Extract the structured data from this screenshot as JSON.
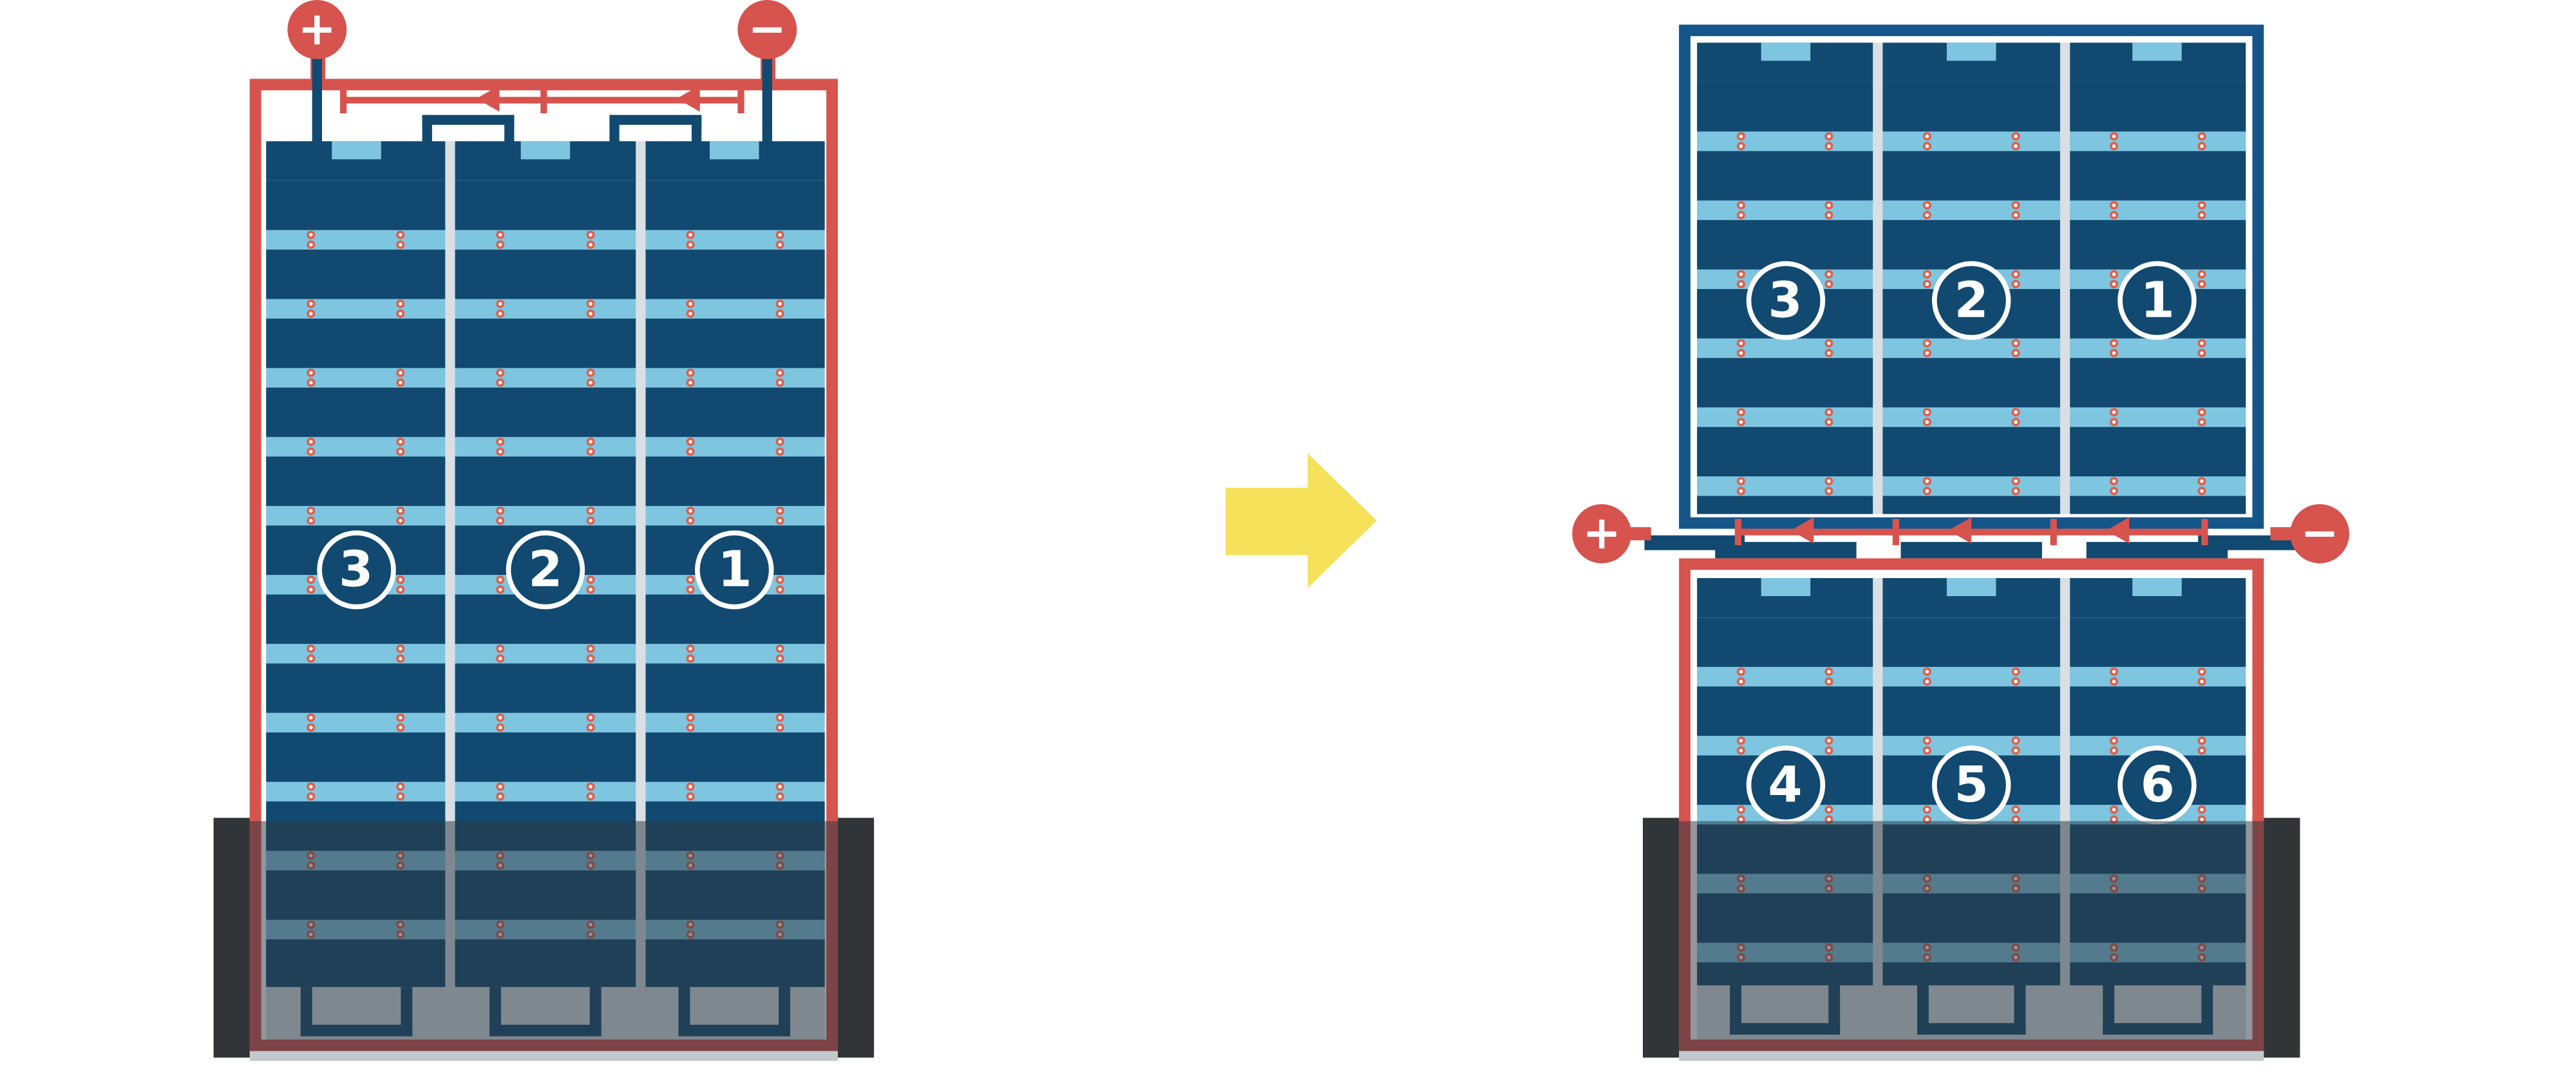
{
  "colors": {
    "red": "#D6534E",
    "darkBlue": "#114970",
    "frameBlue": "#15568A",
    "lightBlue": "#7EC5E0",
    "separator": "#D9DFE2",
    "yellow": "#F6E15A",
    "shadeBar": "#313538",
    "shadeOverlay": "rgba(44,56,66,0.52)",
    "groundStrip": "#C2C9CD",
    "dotRing": "#DE5F4B"
  },
  "left": {
    "terminals": {
      "positive": "+",
      "negative": "−"
    },
    "strings": [
      {
        "label": "3"
      },
      {
        "label": "2"
      },
      {
        "label": "1"
      }
    ]
  },
  "right": {
    "terminals": {
      "positive": "+",
      "negative": "−"
    },
    "top_strings": [
      {
        "label": "3"
      },
      {
        "label": "2"
      },
      {
        "label": "1"
      }
    ],
    "bottom_strings": [
      {
        "label": "4"
      },
      {
        "label": "5"
      },
      {
        "label": "6"
      }
    ]
  },
  "arrow": {
    "direction": "right"
  }
}
